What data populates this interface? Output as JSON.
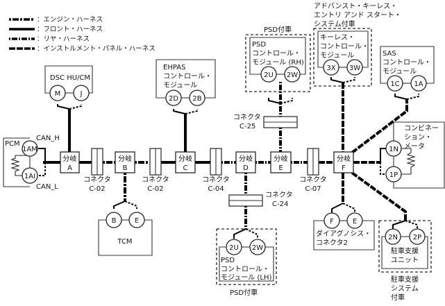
{
  "legend": [
    {
      "style": "engine",
      "label": "：エンジン・ハーネス"
    },
    {
      "style": "front",
      "label": "：フロント・ハーネス"
    },
    {
      "style": "rear",
      "label": "：リヤ・ハーネス"
    },
    {
      "style": "instrument",
      "label": "：インストルメント・パネル・ハーネス"
    }
  ],
  "modules": {
    "pcm": {
      "name": "PCM",
      "pins": [
        "1AM",
        "1AI"
      ],
      "can_h": "CAN_H",
      "can_l": "CAN_L"
    },
    "dsc": {
      "name": "DSC HU/CM",
      "pins": [
        "M",
        "J"
      ]
    },
    "tcm": {
      "name": "TCM",
      "pins": [
        "B",
        "E"
      ]
    },
    "ehpas": {
      "lines": [
        "EHPAS",
        "コントロール・",
        "モジュール"
      ],
      "pins": [
        "2D",
        "2B"
      ]
    },
    "psd_rh": {
      "option": "PSD付車",
      "lines": [
        "PSD",
        "コントロール・",
        "モジュール (RH)"
      ],
      "pins": [
        "2U",
        "2W"
      ]
    },
    "keyless": {
      "option_lines": [
        "アドバンスト・キーレス・",
        "エントリ アンド スタート・",
        "システム付車"
      ],
      "lines": [
        "キーレス・",
        "コントロール・",
        "モジュール"
      ],
      "pins": [
        "3X",
        "3W"
      ]
    },
    "sas": {
      "lines": [
        "SAS",
        "コントロール・",
        "モジュール"
      ],
      "pins": [
        "1C",
        "1A"
      ]
    },
    "combi": {
      "lines": [
        "コンビネー",
        "ション・",
        "メータ"
      ],
      "pins": [
        "1N",
        "1P"
      ]
    },
    "psd_lh": {
      "option": "PSD付車",
      "lines": [
        "PSD",
        "コントロール・",
        "モジュール (LH)"
      ],
      "pins": [
        "2U",
        "2W"
      ]
    },
    "dlc": {
      "lines": [
        "ダイアグノシス・",
        "コネクタ2"
      ],
      "pins": [
        "F",
        "E"
      ]
    },
    "park": {
      "lines": [
        "駐車支援",
        "ユニット"
      ],
      "pins": [
        "2N",
        "2P"
      ],
      "option_lines": [
        "駐車支援",
        "システム",
        "付車"
      ]
    }
  },
  "branches": [
    {
      "id": "A",
      "label": "分岐",
      "letter": "A"
    },
    {
      "id": "B",
      "label": "分岐",
      "letter": "B"
    },
    {
      "id": "C",
      "label": "分岐",
      "letter": "C"
    },
    {
      "id": "D",
      "label": "分岐",
      "letter": "D"
    },
    {
      "id": "E",
      "label": "分岐",
      "letter": "E"
    },
    {
      "id": "F",
      "label": "分岐",
      "letter": "F"
    }
  ],
  "connectors": [
    {
      "label": "コネクタ",
      "code": "C-02"
    },
    {
      "label": "コネクタ",
      "code": "C-02"
    },
    {
      "label": "コネクタ",
      "code": "C-04"
    },
    {
      "label": "コネクタ",
      "code": "C-07"
    },
    {
      "label": "コネクタ",
      "code": "C-25"
    },
    {
      "label": "コネクタ",
      "code": "C-24"
    }
  ]
}
